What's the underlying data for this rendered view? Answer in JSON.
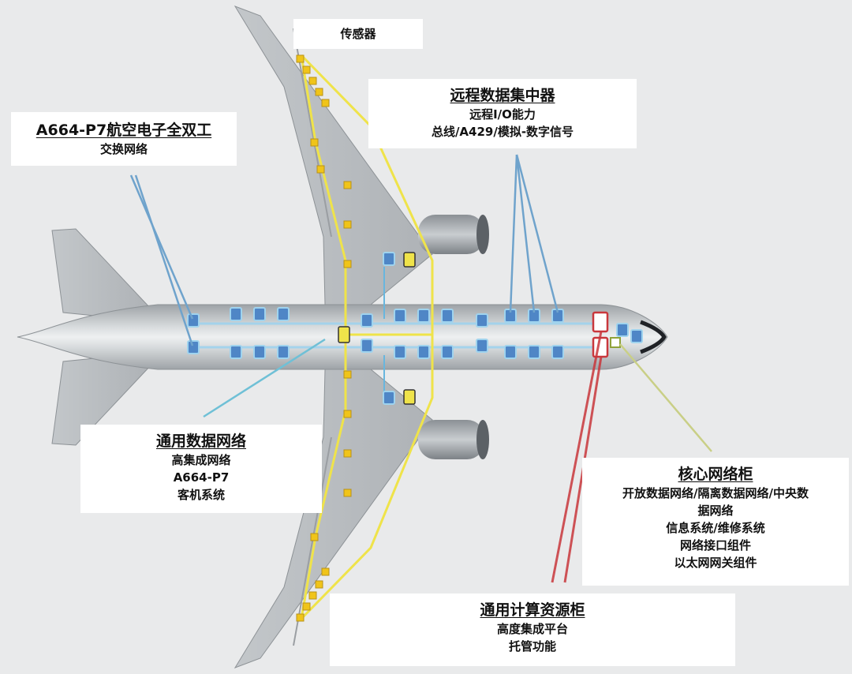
{
  "labels": {
    "sensor": {
      "lines": [
        "传感器"
      ]
    },
    "rdc": {
      "title": "远程数据集中器",
      "lines": [
        "远程I/O能力",
        "总线/A429/模拟-数字信号"
      ]
    },
    "afdx": {
      "title": "A664-P7航空电子全双工",
      "lines": [
        "交换网络"
      ]
    },
    "cdn": {
      "title": "通用数据网络",
      "lines": [
        "高集成网络",
        "A664-P7",
        "客机系统"
      ]
    },
    "cnc": {
      "title": "核心网络柜",
      "lines": [
        "开放数据网络/隔离数据网络/中央数",
        "据网络",
        "信息系统/维修系统",
        "网络接口组件",
        "以太网网关组件"
      ]
    },
    "ccr": {
      "title": "通用计算资源柜",
      "lines": [
        "高度集成平台",
        "托管功能"
      ]
    }
  },
  "colors": {
    "background": "#e9eaeb",
    "aircraft_body": "#b9bdc0",
    "network_blue": "#4f86c6",
    "rdc_yellow": "#efe34a",
    "sensor_yellow": "#f0c419",
    "ccr_red": "#c9373c",
    "cnc_green": "#c9cf86",
    "leader_blue": "#6fa3cc"
  }
}
